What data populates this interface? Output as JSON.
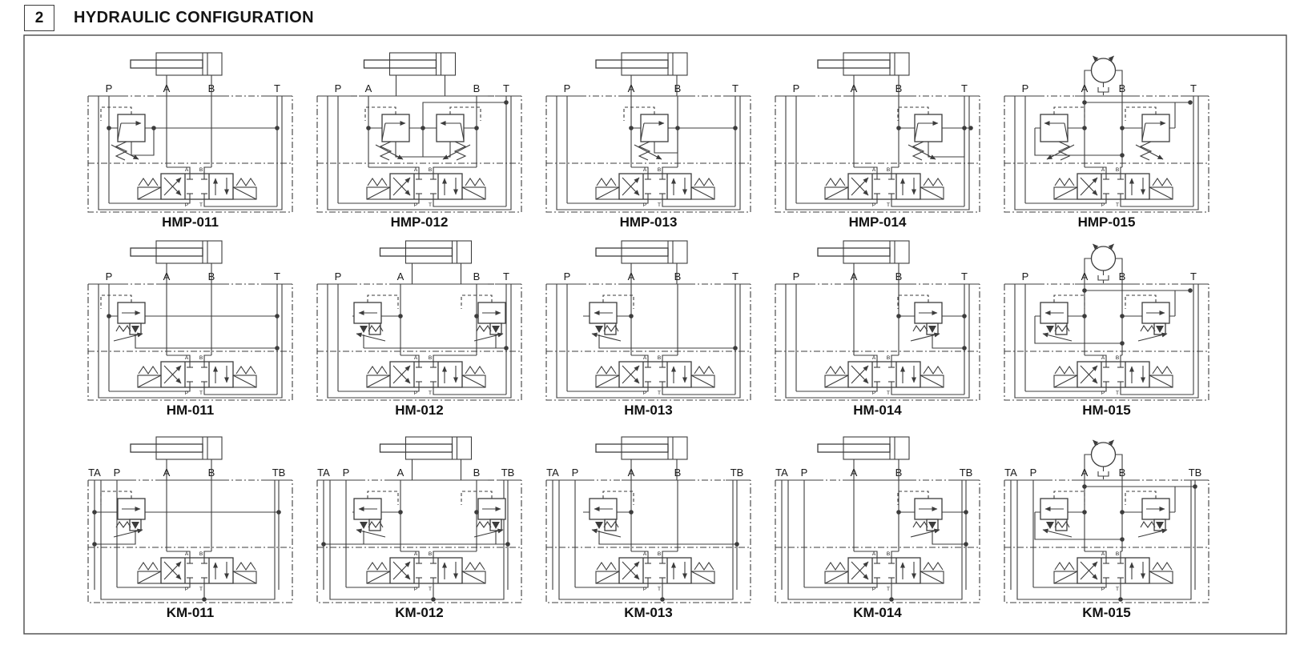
{
  "header": {
    "section_number": "2",
    "title": "HYDRAULIC CONFIGURATION"
  },
  "colors": {
    "line": "#3c3c3c",
    "text": "#141414",
    "background": "#ffffff"
  },
  "dcv_port_labels": {
    "a": "A",
    "b": "B",
    "p": "P",
    "t": "T"
  },
  "diagrams": [
    {
      "name": "HMP-011",
      "actuator": "cylinder",
      "valve_style": "open",
      "ports": [
        "P",
        "A",
        "B",
        "T"
      ]
    },
    {
      "name": "HMP-012",
      "actuator": "cylinder",
      "valve_style": "open",
      "ports": [
        "P",
        "A",
        "B",
        "T"
      ]
    },
    {
      "name": "HMP-013",
      "actuator": "cylinder",
      "valve_style": "open",
      "ports": [
        "P",
        "A",
        "B",
        "T"
      ]
    },
    {
      "name": "HMP-014",
      "actuator": "cylinder",
      "valve_style": "open",
      "ports": [
        "P",
        "A",
        "B",
        "T"
      ]
    },
    {
      "name": "HMP-015",
      "actuator": "motor",
      "valve_style": "open",
      "ports": [
        "P",
        "A",
        "B",
        "T"
      ]
    },
    {
      "name": "HM-011",
      "actuator": "cylinder",
      "valve_style": "vented",
      "ports": [
        "P",
        "A",
        "B",
        "T"
      ]
    },
    {
      "name": "HM-012",
      "actuator": "cylinder",
      "valve_style": "vented",
      "ports": [
        "P",
        "A",
        "B",
        "T"
      ]
    },
    {
      "name": "HM-013",
      "actuator": "cylinder",
      "valve_style": "vented",
      "ports": [
        "P",
        "A",
        "B",
        "T"
      ]
    },
    {
      "name": "HM-014",
      "actuator": "cylinder",
      "valve_style": "vented",
      "ports": [
        "P",
        "A",
        "B",
        "T"
      ]
    },
    {
      "name": "HM-015",
      "actuator": "motor",
      "valve_style": "vented",
      "ports": [
        "P",
        "A",
        "B",
        "T"
      ]
    },
    {
      "name": "KM-011",
      "actuator": "cylinder",
      "valve_style": "vented",
      "ports": [
        "TA",
        "P",
        "A",
        "B",
        "TB"
      ]
    },
    {
      "name": "KM-012",
      "actuator": "cylinder",
      "valve_style": "vented",
      "ports": [
        "TA",
        "P",
        "A",
        "B",
        "TB"
      ]
    },
    {
      "name": "KM-013",
      "actuator": "cylinder",
      "valve_style": "vented",
      "ports": [
        "TA",
        "P",
        "A",
        "B",
        "TB"
      ]
    },
    {
      "name": "KM-014",
      "actuator": "cylinder",
      "valve_style": "vented",
      "ports": [
        "TA",
        "P",
        "A",
        "B",
        "TB"
      ]
    },
    {
      "name": "KM-015",
      "actuator": "motor",
      "valve_style": "vented",
      "ports": [
        "TA",
        "P",
        "A",
        "B",
        "TB"
      ]
    }
  ]
}
